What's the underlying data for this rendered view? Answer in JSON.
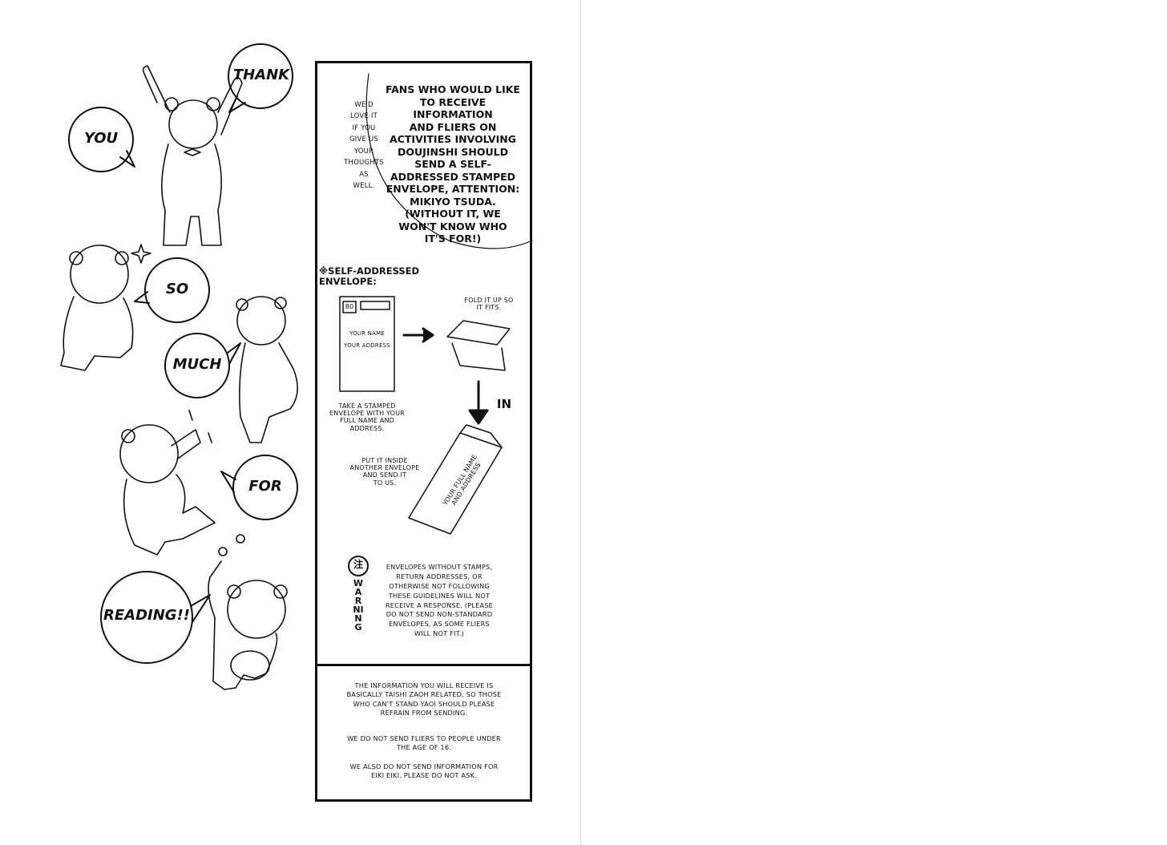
{
  "bubbles": {
    "thank": "THANK",
    "you": "YOU",
    "so": "SO",
    "much": "MUCH",
    "for": "FOR",
    "reading": "READING!!"
  },
  "info": {
    "side_note": "WE'D\nLOVE IT\nIF YOU\nGIVE US\nYOUR\nTHOUGHTS\nAS\nWELL.",
    "main_text": "FANS WHO WOULD LIKE\nTO RECEIVE INFORMATION\nAND FLIERS ON\nACTIVITIES INVOLVING\nDOUJINSHI SHOULD\nSEND A SELF-\nADDRESSED STAMPED\nENVELOPE, ATTENTION:\nMIKIYO TSUDA.\n(WITHOUT IT, WE\nWON'T KNOW WHO\nIT'S FOR!)"
  },
  "envelope_section": {
    "heading": "※SELF-ADDRESSED\nENVELOPE:",
    "stamp_value": "80",
    "your_name": "YOUR NAME",
    "your_address": "YOUR ADDRESS",
    "fold_note": "FOLD IT UP SO\nIT FITS.",
    "take_note": "TAKE A STAMPED\nENVELOPE WITH YOUR\nFULL NAME AND\nADDRESS.",
    "in_label": "IN",
    "put_note": "PUT IT INSIDE\nANOTHER ENVELOPE\nAND SEND IT\nTO US.",
    "outer_envelope_text": "YOUR FULL NAME\nAND ADDRESS"
  },
  "warning": {
    "symbol": "注",
    "vertical_label": "WARNING",
    "text": "ENVELOPES WITHOUT STAMPS,\nRETURN ADDRESSES, OR\nOTHERWISE NOT FOLLOWING\nTHESE GUIDELINES WILL NOT\nRECEIVE A RESPONSE. (PLEASE\nDO NOT SEND NON-STANDARD\nENVELOPES, AS SOME FLIERS\nWILL NOT FIT.)"
  },
  "footer": {
    "line1": "THE INFORMATION YOU WILL RECEIVE IS\nBASICALLY TAISHI ZAOH RELATED, SO THOSE\nWHO CAN'T STAND YAOI SHOULD PLEASE\nREFRAIN FROM SENDING.",
    "line2": "WE DO NOT SEND FLIERS TO PEOPLE UNDER\nTHE AGE OF 16.",
    "line3": "WE ALSO DO NOT SEND INFORMATION FOR\nEIKI EIKI. PLEASE DO NOT ASK."
  }
}
